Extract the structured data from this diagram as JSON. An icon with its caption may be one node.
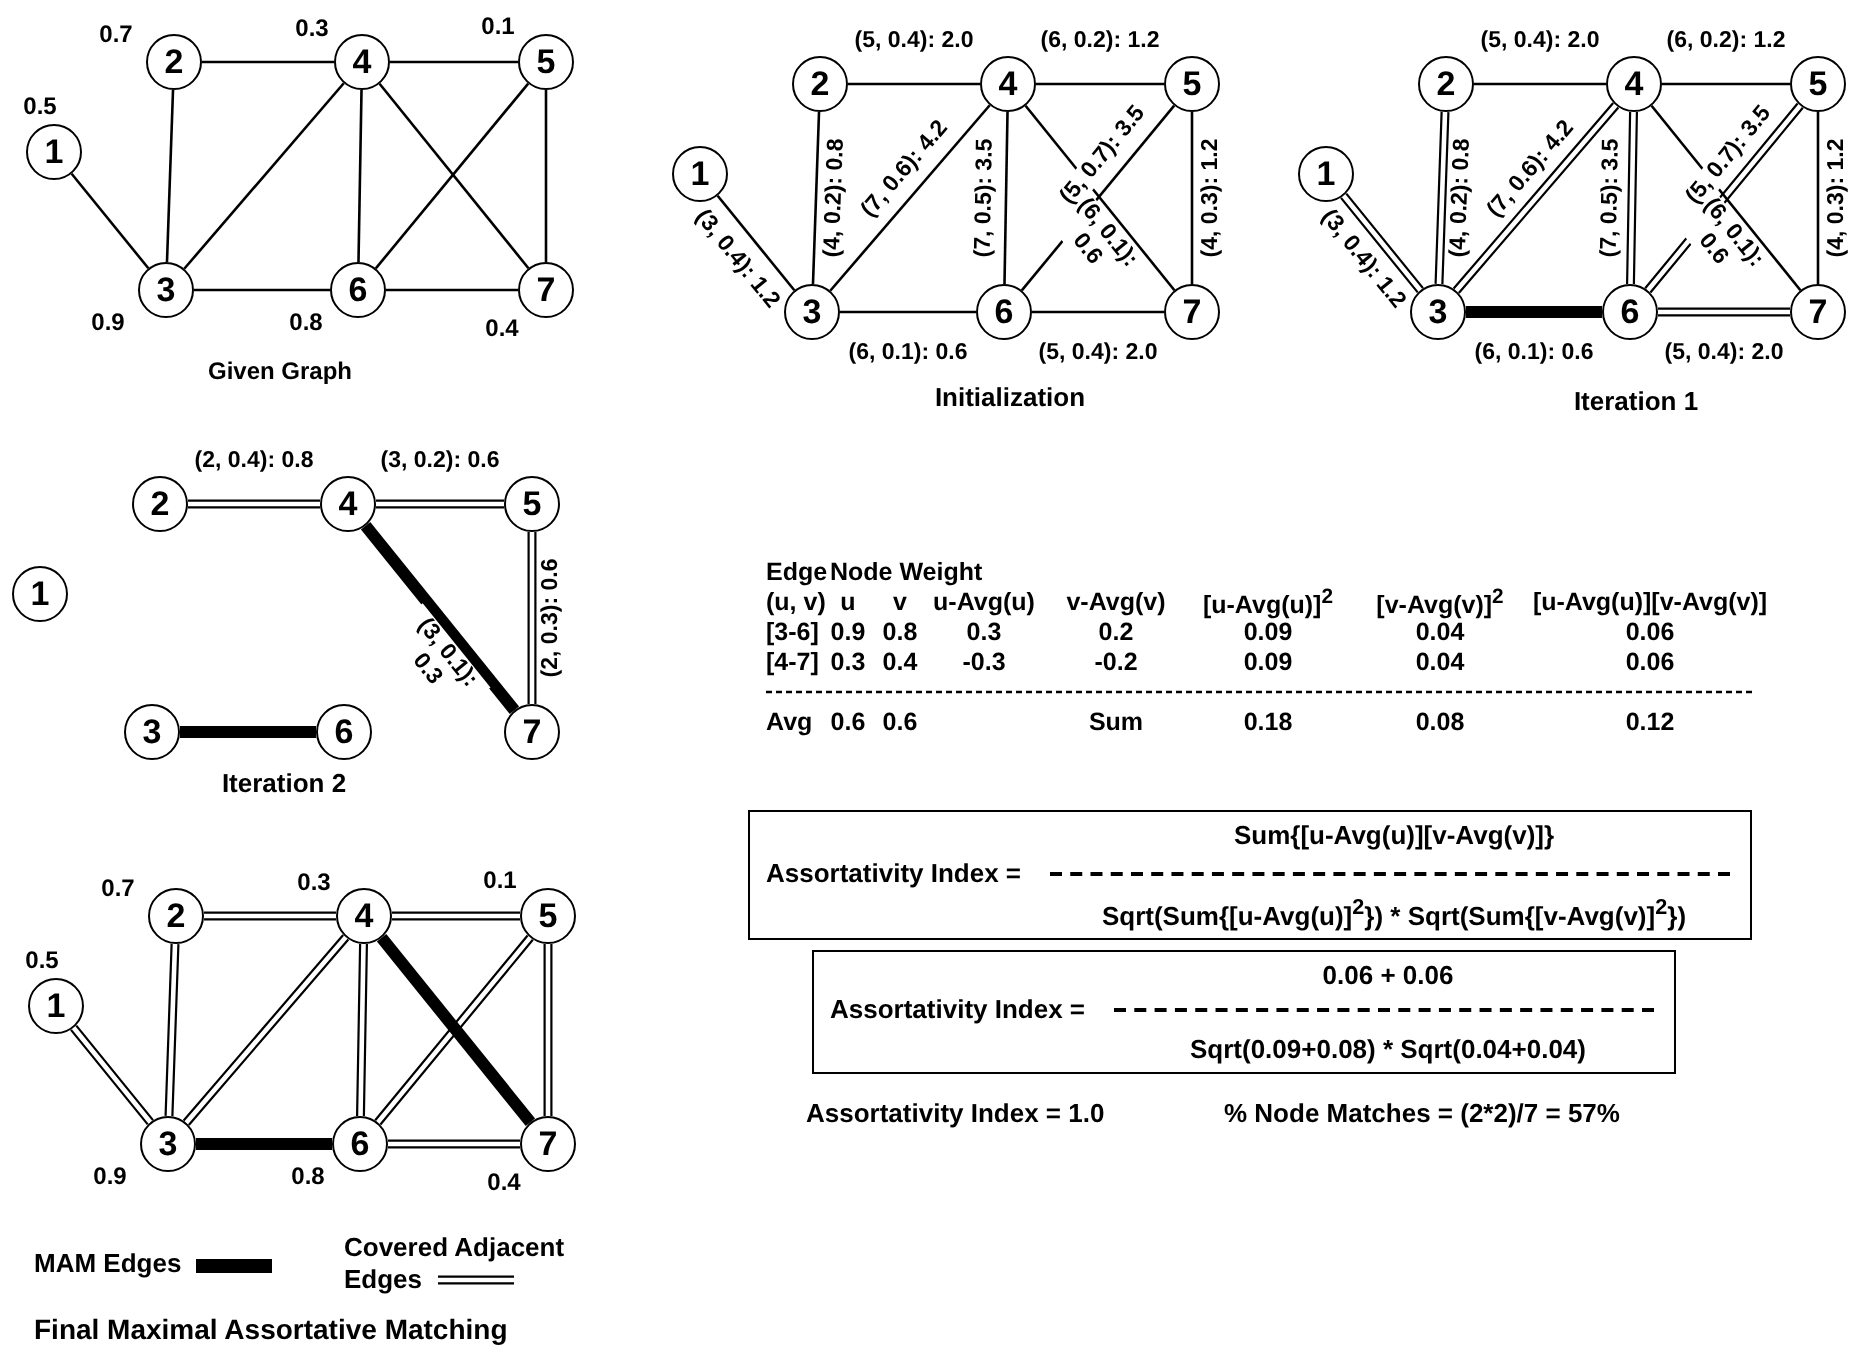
{
  "diagram": {
    "nodes": [
      {
        "text": [
          "1"
        ],
        "beside": [
          "0.5"
        ]
      },
      {
        "text": [
          "2"
        ],
        "beside": [
          "0.7"
        ]
      },
      {
        "text": [
          "3"
        ],
        "beside": [
          "0.9"
        ]
      },
      {
        "text": [
          "4"
        ],
        "beside": [
          "0.3"
        ]
      },
      {
        "text": [
          "5"
        ],
        "beside": [
          "0.1"
        ]
      },
      {
        "text": [
          "6"
        ],
        "beside": [
          "0.8"
        ]
      },
      {
        "text": [
          "7"
        ],
        "beside": [
          "0.4"
        ]
      },
      {
        "text": [
          "1"
        ]
      },
      {
        "text": [
          "2"
        ]
      },
      {
        "text": [
          "3"
        ]
      },
      {
        "text": [
          "4"
        ]
      },
      {
        "text": [
          "5"
        ]
      },
      {
        "text": [
          "6"
        ]
      },
      {
        "text": [
          "7"
        ]
      },
      {
        "text": [
          "1"
        ]
      },
      {
        "text": [
          "2"
        ]
      },
      {
        "text": [
          "3"
        ]
      },
      {
        "text": [
          "4"
        ]
      },
      {
        "text": [
          "5"
        ]
      },
      {
        "text": [
          "6"
        ]
      },
      {
        "text": [
          "7"
        ]
      },
      {
        "text": [
          "1"
        ]
      },
      {
        "text": [
          "2"
        ]
      },
      {
        "text": [
          "3"
        ]
      },
      {
        "text": [
          "4"
        ]
      },
      {
        "text": [
          "5"
        ]
      },
      {
        "text": [
          "6"
        ]
      },
      {
        "text": [
          "7"
        ]
      },
      {
        "text": [
          "1"
        ],
        "beside": [
          "0.5"
        ]
      },
      {
        "text": [
          "2"
        ],
        "beside": [
          "0.7"
        ]
      },
      {
        "text": [
          "3"
        ],
        "beside": [
          "0.9"
        ]
      },
      {
        "text": [
          "4"
        ],
        "beside": [
          "0.3"
        ]
      },
      {
        "text": [
          "5"
        ],
        "beside": [
          "0.1"
        ]
      },
      {
        "text": [
          "6"
        ],
        "beside": [
          "0.8"
        ]
      },
      {
        "text": [
          "7"
        ],
        "beside": [
          "0.4"
        ]
      },
      {
        "text": [
          "Assortativity Index =",
          "Sum{[u-Avg(u)][v-Avg(v)]}",
          "Sqrt(Sum{[u-Avg(u)]$^{2}$}) * Sqrt(Sum{[v-Avg(v)]$^{2}$})"
        ]
      },
      {
        "text": [
          "Assortativity Index =",
          "0.06 + 0.06",
          "Sqrt(0.09+0.08) * Sqrt(0.04+0.04)"
        ]
      }
    ],
    "edges": [
      {
        "from": 0,
        "to": 2,
        "arrow": "none"
      },
      {
        "from": 1,
        "to": 2,
        "arrow": "none"
      },
      {
        "from": 1,
        "to": 3,
        "arrow": "none"
      },
      {
        "from": 2,
        "to": 3,
        "arrow": "none"
      },
      {
        "from": 2,
        "to": 5,
        "arrow": "none"
      },
      {
        "from": 3,
        "to": 4,
        "arrow": "none"
      },
      {
        "from": 3,
        "to": 5,
        "arrow": "none"
      },
      {
        "from": 3,
        "to": 6,
        "arrow": "none"
      },
      {
        "from": 4,
        "to": 5,
        "arrow": "none"
      },
      {
        "from": 4,
        "to": 6,
        "arrow": "none"
      },
      {
        "from": 5,
        "to": 6,
        "arrow": "none"
      },
      {
        "from": 7,
        "to": 9,
        "arrow": "none",
        "label": "(3, 0.4): 1.2"
      },
      {
        "from": 8,
        "to": 9,
        "arrow": "none",
        "label": "(4, 0.2): 0.8"
      },
      {
        "from": 8,
        "to": 10,
        "arrow": "none",
        "label": "(5, 0.4): 2.0"
      },
      {
        "from": 9,
        "to": 10,
        "arrow": "none",
        "label": "(7, 0.6): 4.2"
      },
      {
        "from": 9,
        "to": 12,
        "arrow": "none",
        "label": "(6, 0.1): 0.6"
      },
      {
        "from": 10,
        "to": 11,
        "arrow": "none",
        "label": "(6, 0.2): 1.2"
      },
      {
        "from": 10,
        "to": 12,
        "arrow": "none",
        "label": "(7, 0.5): 3.5"
      },
      {
        "from": 10,
        "to": 13,
        "arrow": "none",
        "label": "(6, 0.1): 0.6"
      },
      {
        "from": 11,
        "to": 12,
        "arrow": "none",
        "label": "(5, 0.7): 3.5"
      },
      {
        "from": 11,
        "to": 13,
        "arrow": "none",
        "label": "(4, 0.3): 1.2"
      },
      {
        "from": 12,
        "to": 13,
        "arrow": "none",
        "label": "(5, 0.4): 2.0"
      },
      {
        "from": 14,
        "to": 16,
        "arrow": "none",
        "label": "(3, 0.4): 1.2"
      },
      {
        "from": 15,
        "to": 16,
        "arrow": "none",
        "label": "(4, 0.2): 0.8"
      },
      {
        "from": 15,
        "to": 17,
        "arrow": "none",
        "label": "(5, 0.4): 2.0"
      },
      {
        "from": 16,
        "to": 17,
        "arrow": "none",
        "label": "(7, 0.6): 4.2"
      },
      {
        "from": 16,
        "to": 19,
        "arrow": "none",
        "label": "(6, 0.1): 0.6",
        "style": "thick"
      },
      {
        "from": 17,
        "to": 18,
        "arrow": "none",
        "label": "(6, 0.2): 1.2"
      },
      {
        "from": 17,
        "to": 19,
        "arrow": "none",
        "label": "(7, 0.5): 3.5"
      },
      {
        "from": 17,
        "to": 20,
        "arrow": "none",
        "label": "(6, 0.1): 0.6"
      },
      {
        "from": 18,
        "to": 19,
        "arrow": "none",
        "label": "(5, 0.7): 3.5"
      },
      {
        "from": 18,
        "to": 20,
        "arrow": "none",
        "label": "(4, 0.3): 1.2"
      },
      {
        "from": 19,
        "to": 20,
        "arrow": "none",
        "label": "(5, 0.4): 2.0"
      },
      {
        "from": 22,
        "to": 24,
        "arrow": "none",
        "label": "(2, 0.4): 0.8"
      },
      {
        "from": 24,
        "to": 25,
        "arrow": "none",
        "label": "(3, 0.2): 0.6"
      },
      {
        "from": 24,
        "to": 27,
        "arrow": "none",
        "label": "(3, 0.1): 0.3",
        "style": "thick"
      },
      {
        "from": 25,
        "to": 27,
        "arrow": "none",
        "label": "(2, 0.3): 0.6"
      },
      {
        "from": 23,
        "to": 26,
        "arrow": "none",
        "style": "thick"
      },
      {
        "from": 28,
        "to": 30,
        "arrow": "none"
      },
      {
        "from": 29,
        "to": 30,
        "arrow": "none"
      },
      {
        "from": 29,
        "to": 31,
        "arrow": "none"
      },
      {
        "from": 30,
        "to": 31,
        "arrow": "none"
      },
      {
        "from": 30,
        "to": 33,
        "arrow": "none",
        "style": "thick"
      },
      {
        "from": 31,
        "to": 32,
        "arrow": "none"
      },
      {
        "from": 31,
        "to": 33,
        "arrow": "none"
      },
      {
        "from": 31,
        "to": 34,
        "arrow": "none",
        "style": "thick"
      },
      {
        "from": 32,
        "to": 33,
        "arrow": "none"
      },
      {
        "from": 32,
        "to": 34,
        "arrow": "none"
      },
      {
        "from": 33,
        "to": 34,
        "arrow": "none"
      }
    ],
    "labels": [
      "Given Graph",
      "Initialization",
      "Iteration 1",
      "Iteration 2",
      "Edge",
      "Node Weight",
      "(u, v)",
      "u",
      "v",
      "u-Avg(u)",
      "v-Avg(v)",
      "[u-Avg(u)]$^{2}$",
      "[v-Avg(v)]$^{2}$",
      "[u-Avg(u)][v-Avg(v)]",
      "[3-6]",
      "0.9",
      "0.8",
      "0.3",
      "0.2",
      "0.09",
      "0.04",
      "0.06",
      "[4-7]",
      "0.3",
      "0.4",
      "-0.3",
      "-0.2",
      "0.09",
      "0.04",
      "0.06",
      "Avg",
      "0.6",
      "0.6",
      "Sum",
      "0.18",
      "0.08",
      "0.12",
      "Assortativity Index = 1.0",
      "% Node Matches = (2*2)/7 = 57%",
      "Final Maximal Assortative Matching"
    ],
    "legend": [
      {
        "text": "MAM Edges"
      },
      {
        "text": "Covered Adjacent Edges"
      }
    ]
  }
}
